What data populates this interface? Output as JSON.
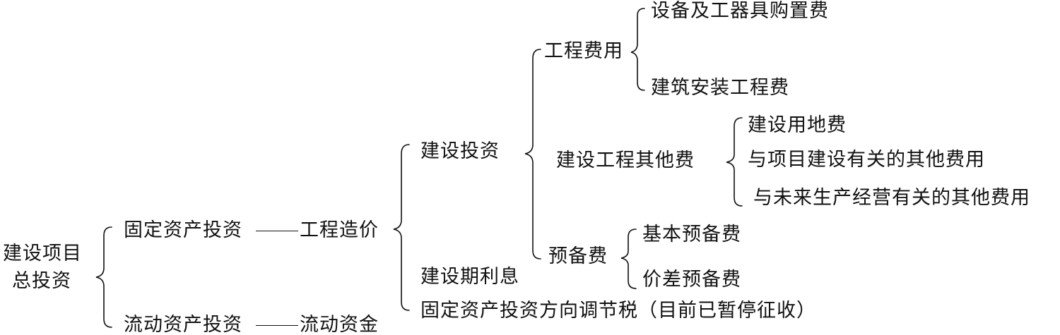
{
  "root": {
    "line1": "建设项目",
    "line2": "总投资"
  },
  "fixed_asset_investment": "固定资产投资",
  "engineering_cost": "工程造价",
  "current_asset_investment": "流动资产投资",
  "working_capital": "流动资金",
  "construction_investment": "建设投资",
  "construction_period_interest": "建设期利息",
  "adjustment_tax": "固定资产投资方向调节税（目前已暂停征收）",
  "engineering_expenses": "工程费用",
  "equipment_purchase": "设备及工器具购置费",
  "building_installation": "建筑安装工程费",
  "other_construction_costs": "建设工程其他费",
  "land_fee": "建设用地费",
  "project_related_other": "与项目建设有关的其他费用",
  "future_production_other": "与未来生产经营有关的其他费用",
  "reserve_fund": "预备费",
  "basic_reserve": "基本预备费",
  "price_difference_reserve": "价差预备费"
}
